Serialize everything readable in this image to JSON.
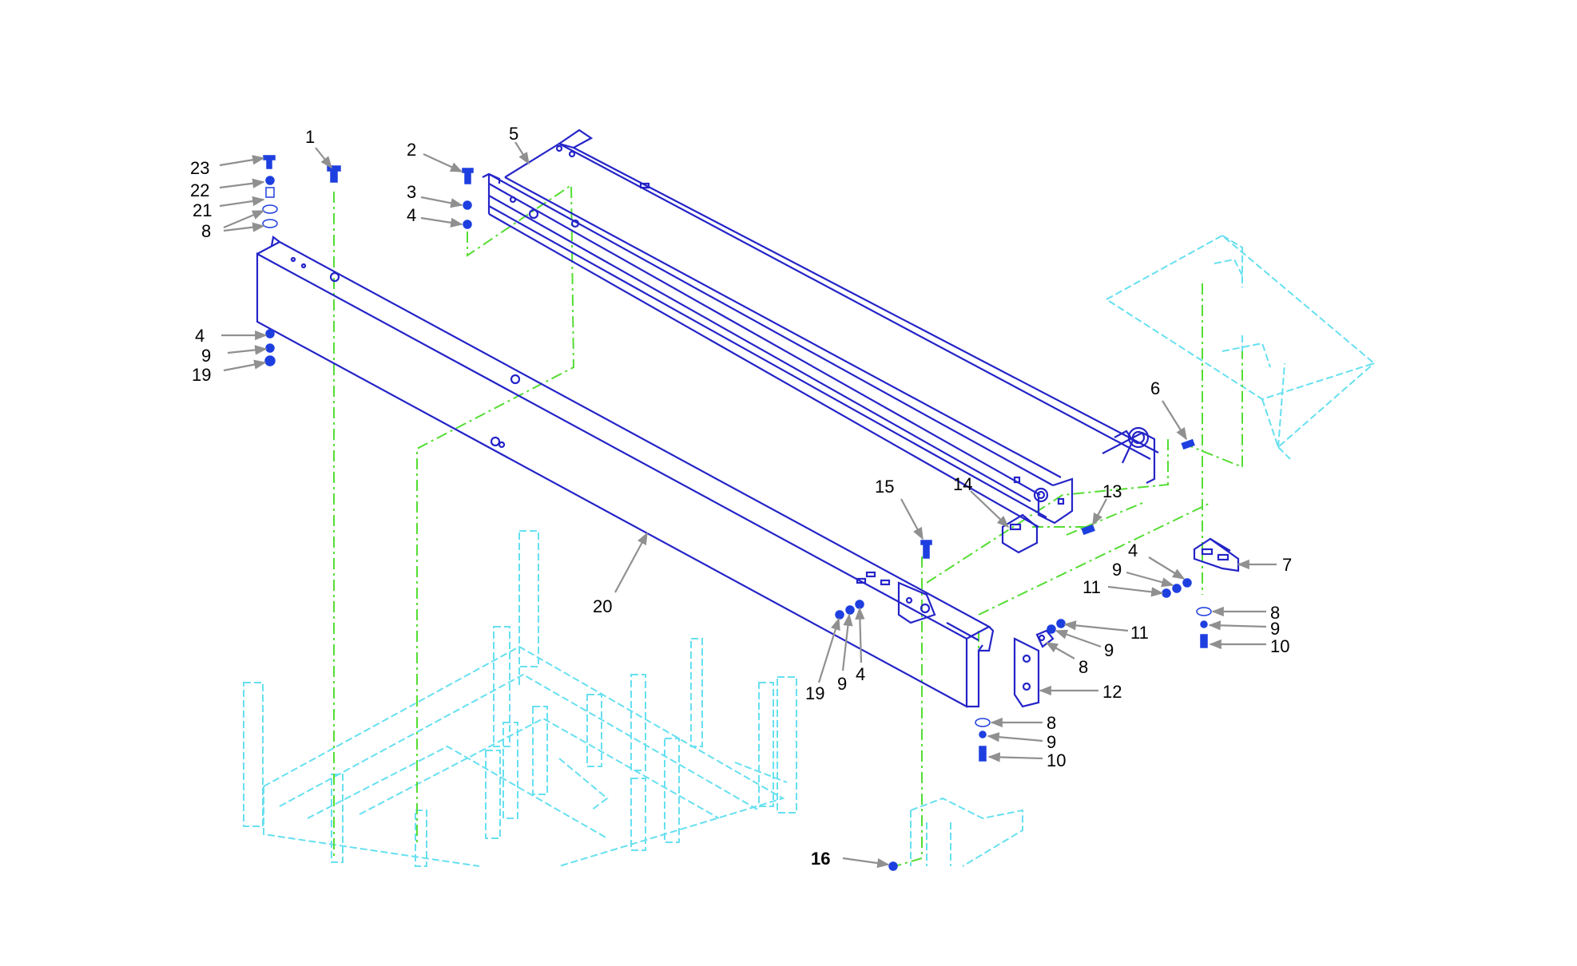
{
  "colors": {
    "part_lines": "#2424C8",
    "hardware_fill": "#1e3fe0",
    "context_lines": "#66E0F0",
    "assembly_lines": "#55DD33",
    "leader_lines": "#909090",
    "text": "#000000",
    "background": "#ffffff"
  },
  "callouts": [
    {
      "id": "c23",
      "label": "23"
    },
    {
      "id": "c22",
      "label": "22"
    },
    {
      "id": "c21",
      "label": "21"
    },
    {
      "id": "c8a",
      "label": "8"
    },
    {
      "id": "c1",
      "label": "1"
    },
    {
      "id": "c2",
      "label": "2"
    },
    {
      "id": "c3",
      "label": "3"
    },
    {
      "id": "c4a",
      "label": "4"
    },
    {
      "id": "c5",
      "label": "5"
    },
    {
      "id": "c4b",
      "label": "4"
    },
    {
      "id": "c9a",
      "label": "9"
    },
    {
      "id": "c19a",
      "label": "19"
    },
    {
      "id": "c6",
      "label": "6"
    },
    {
      "id": "c15",
      "label": "15"
    },
    {
      "id": "c14",
      "label": "14"
    },
    {
      "id": "c13",
      "label": "13"
    },
    {
      "id": "c4c",
      "label": "4"
    },
    {
      "id": "c9b",
      "label": "9"
    },
    {
      "id": "c7",
      "label": "7"
    },
    {
      "id": "c11a",
      "label": "11"
    },
    {
      "id": "c8b",
      "label": "8"
    },
    {
      "id": "c9c",
      "label": "9"
    },
    {
      "id": "c10a",
      "label": "10"
    },
    {
      "id": "c11b",
      "label": "11"
    },
    {
      "id": "c9d",
      "label": "9"
    },
    {
      "id": "c8c",
      "label": "8"
    },
    {
      "id": "c20",
      "label": "20"
    },
    {
      "id": "c12",
      "label": "12"
    },
    {
      "id": "c19b",
      "label": "19"
    },
    {
      "id": "c9e",
      "label": "9"
    },
    {
      "id": "c4d",
      "label": "4"
    },
    {
      "id": "c8d",
      "label": "8"
    },
    {
      "id": "c9f",
      "label": "9"
    },
    {
      "id": "c10b",
      "label": "10"
    },
    {
      "id": "c16",
      "label": "16"
    }
  ]
}
